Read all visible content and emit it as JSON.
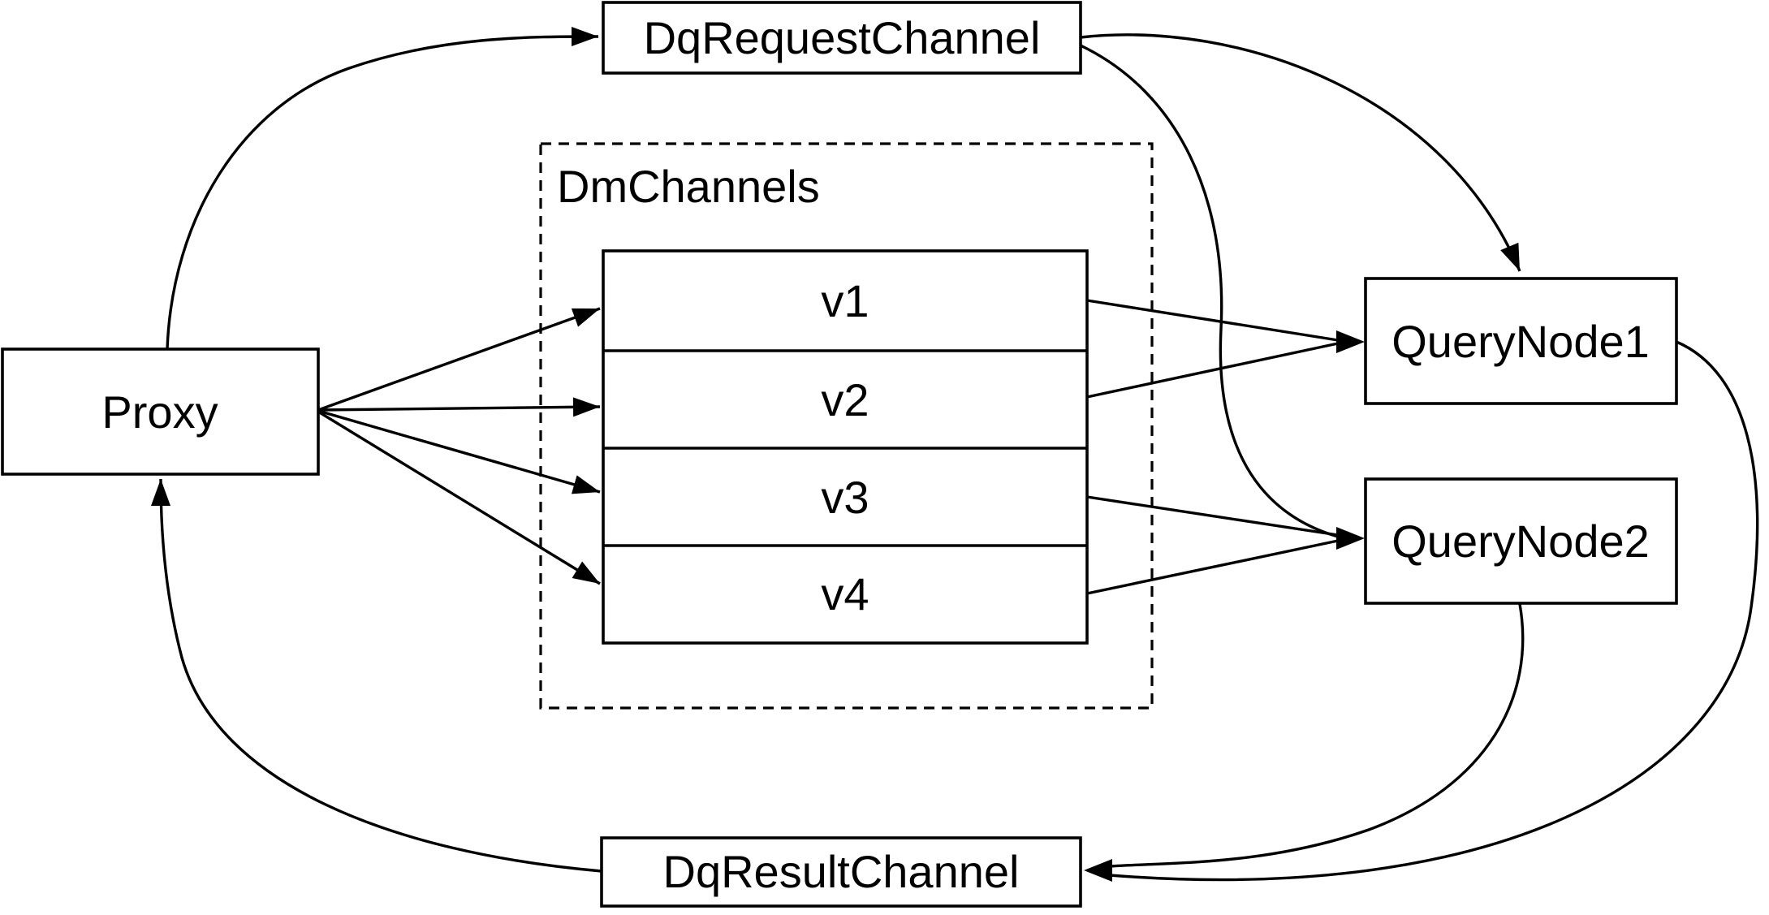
{
  "colors": {
    "background": "#ffffff",
    "stroke": "#000000",
    "text": "#000000"
  },
  "diagram": {
    "nodes": {
      "proxy": {
        "label": "Proxy"
      },
      "dq_request_channel": {
        "label": "DqRequestChannel"
      },
      "dm_channels": {
        "label": "DmChannels"
      },
      "channels": [
        {
          "label": "v1"
        },
        {
          "label": "v2"
        },
        {
          "label": "v3"
        },
        {
          "label": "v4"
        }
      ],
      "query_node_1": {
        "label": "QueryNode1"
      },
      "query_node_2": {
        "label": "QueryNode2"
      },
      "dq_result_channel": {
        "label": "DqResultChannel"
      }
    },
    "edges": [
      {
        "from": "Proxy",
        "to": "DqRequestChannel",
        "type": "curved-arrow"
      },
      {
        "from": "DqRequestChannel",
        "to": "QueryNode1",
        "type": "curved-arrow"
      },
      {
        "from": "DqRequestChannel",
        "to": "QueryNode2",
        "type": "curved-arrow"
      },
      {
        "from": "Proxy",
        "to": "v1",
        "type": "straight-arrow"
      },
      {
        "from": "Proxy",
        "to": "v2",
        "type": "straight-arrow"
      },
      {
        "from": "Proxy",
        "to": "v3",
        "type": "straight-arrow"
      },
      {
        "from": "Proxy",
        "to": "v4",
        "type": "straight-arrow"
      },
      {
        "from": "v1",
        "to": "QueryNode1",
        "type": "straight-arrow"
      },
      {
        "from": "v2",
        "to": "QueryNode1",
        "type": "straight-arrow"
      },
      {
        "from": "v3",
        "to": "QueryNode2",
        "type": "straight-arrow"
      },
      {
        "from": "v4",
        "to": "QueryNode2",
        "type": "straight-arrow"
      },
      {
        "from": "QueryNode1",
        "to": "DqResultChannel",
        "type": "curved-arrow"
      },
      {
        "from": "QueryNode2",
        "to": "DqResultChannel",
        "type": "curved-arrow"
      },
      {
        "from": "DqResultChannel",
        "to": "Proxy",
        "type": "curved-arrow"
      }
    ]
  }
}
